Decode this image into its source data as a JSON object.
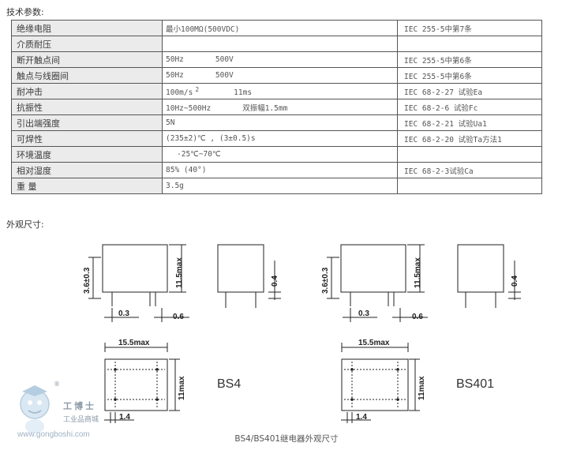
{
  "section_spec_title": "技术参数:",
  "section_dim_title": "外观尺寸:",
  "spec_rows": [
    {
      "name": "绝缘电阻",
      "value": "最小100MΩ(500VDC)",
      "std": "IEC 255-5中第7条"
    },
    {
      "name": "介质耐压",
      "value": "",
      "std": ""
    },
    {
      "name": "断开触点间",
      "value_a": "50Hz",
      "value_b": "500V",
      "std": "IEC 255-5中第6条"
    },
    {
      "name": "触点与线圈间",
      "value_a": "50Hz",
      "value_b": "500V",
      "std": "IEC 255-5中第6条"
    },
    {
      "name": "耐冲击",
      "value_a": "100m/s",
      "value_sup": "2",
      "value_b": "11ms",
      "std": ""
    },
    {
      "name": "抗振性",
      "value_a": "10Hz~500Hz",
      "value_b": "双振幅1.5mm",
      "std": "IEC 68-2-6 试验Fc"
    },
    {
      "name": "引出端强度",
      "value": "5N",
      "std": "IEC 68-2-21 试验Ua1"
    },
    {
      "name": "可焊性",
      "value": "(235±2)℃ , (3±0.5)s",
      "std": "IEC 68-2-20 试验Ta方法1"
    },
    {
      "name": "环境温度",
      "value": "-25℃~70℃",
      "std": ""
    },
    {
      "name": "相对湿度",
      "value": "85% (40°)",
      "std": "IEC 68-2-3试验Ca"
    },
    {
      "name": "重  量",
      "value": "3.5g",
      "std": ""
    }
  ],
  "shock_std": "IEC 68-2-27 试验Ea",
  "dimensions": {
    "height_pin": "3.6±0.3",
    "height_body": "11.5max",
    "pin_offset": "0.3",
    "pin_width": "0.6",
    "side_pin": "0.4",
    "length": "15.5max",
    "width": "11max",
    "pitch": "1.4",
    "model_left": "BS4",
    "model_right": "BS401"
  },
  "caption": "BS4/BS401继电器外观尺寸",
  "watermark": {
    "name": "工博士",
    "sub": "工业品商城",
    "reg": "®",
    "url": "www.gongboshi.com"
  }
}
